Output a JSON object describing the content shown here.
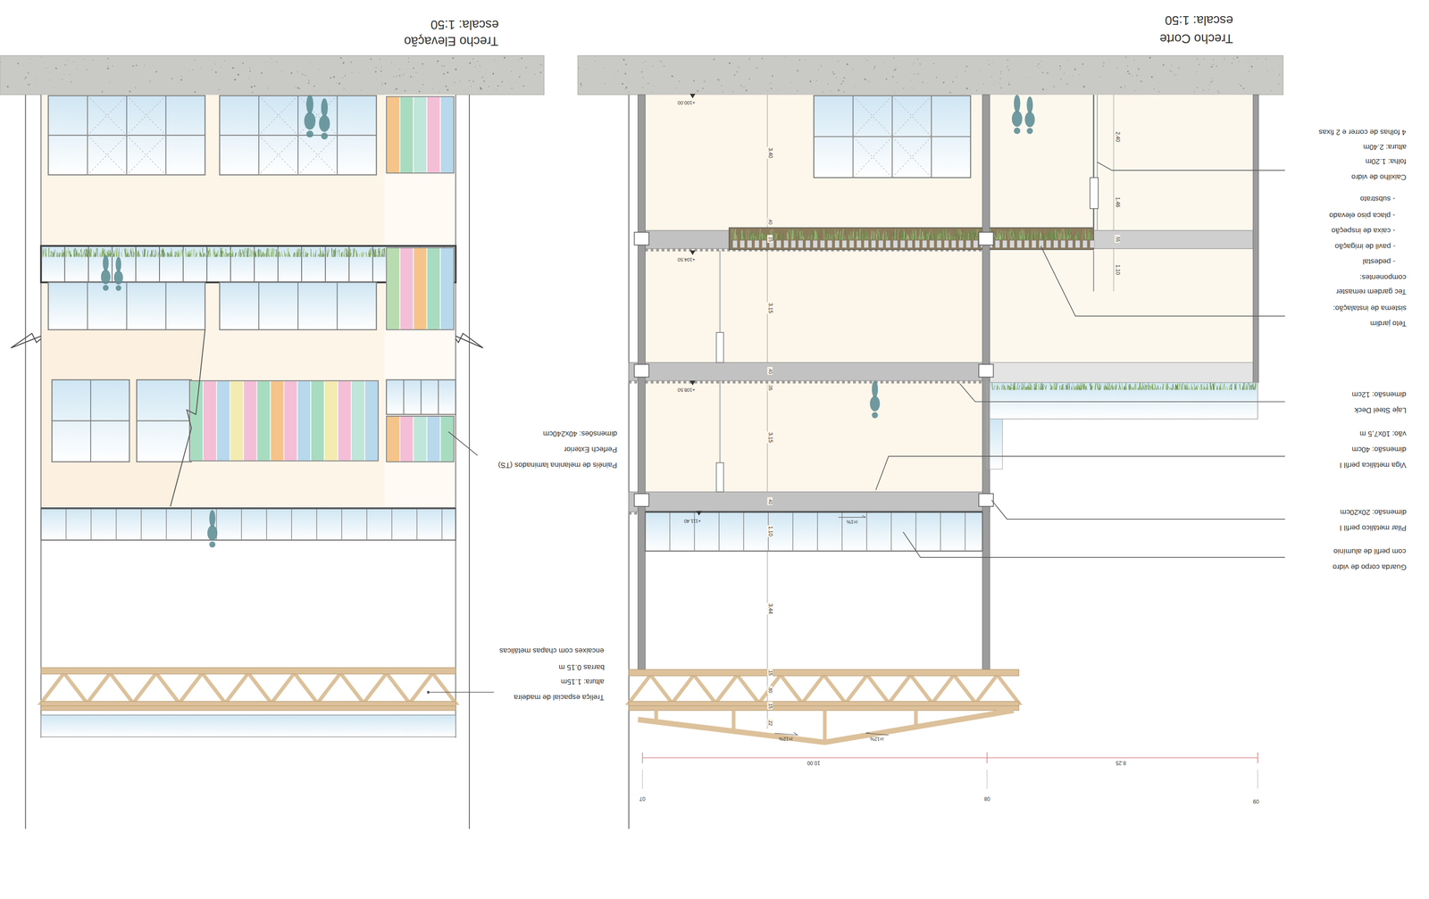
{
  "diagram": {
    "labels": [
      "Trecho Elevação",
      "escala: 1:50",
      "Trecho Corte",
      "escala: 1:50",
      "Caixilho de vidro",
      "folha: 1.20m",
      "altura: 2.40m",
      "4 folhas de correr e 2 fixas",
      "Teto jardim",
      "sistema de instalação:",
      "Tec gardem remaster",
      "componentes:",
      "- pedestal",
      "- pavil de irrigação",
      "- caixa de inspeção",
      "- placa piso elevado",
      "- substrato",
      "Laje Steel Deck",
      "dimensão: 12cm",
      "Viga metálica perfil I",
      "dimensão: 40cm",
      "vão: 10x7,5 m",
      "Pilar metálico perfil I",
      "dimensão: 20x20cm",
      "Guarda corpo de vidro",
      "com perfil de alumínio",
      "Painéis de melanina laminados (TS)",
      "Perfech Exterior",
      "dimensões: 40x240cm",
      "Treliça espacial de madeira",
      "altura: 1.15m",
      "barras 0.15 m",
      "encaixes com chapas metálicas",
      "3.40",
      ".40",
      ".15",
      "3.15",
      ".40",
      ".05",
      "3.15",
      ".40",
      "1.10",
      "3.44",
      ".15",
      ".80",
      ".15",
      ".22",
      "2.40",
      "1.46",
      ".55",
      "1.10",
      "10.00",
      "8.25",
      "07",
      "08",
      "09",
      "+100.00",
      "+104.50",
      "+108.50",
      "+111.40",
      "i=1%",
      "i=12%",
      "i=12%"
    ]
  }
}
